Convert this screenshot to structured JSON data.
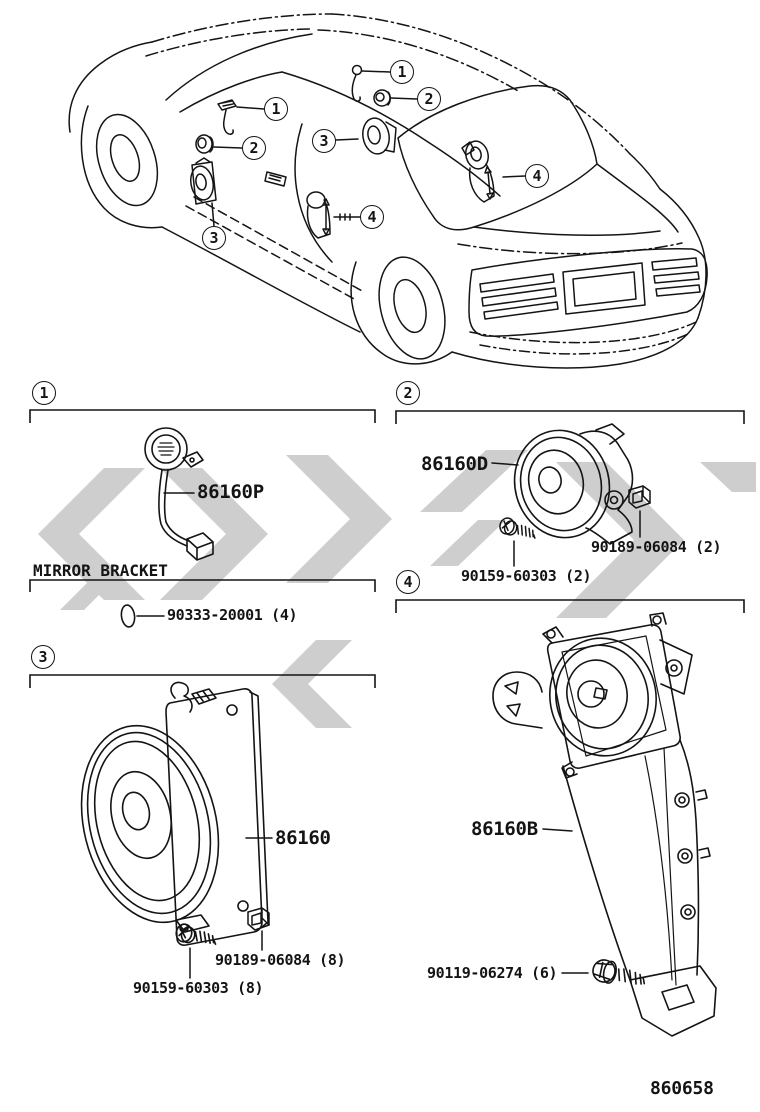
{
  "page": {
    "background": "#ffffff",
    "line_color": "#141414",
    "watermark_color": "#c6c6c6"
  },
  "figure": {
    "number": "860658"
  },
  "car": {
    "callouts": [
      "1",
      "2",
      "3",
      "3",
      "4",
      "1",
      "2",
      "4"
    ]
  },
  "sections": [
    {
      "label": "1",
      "note": "MIRROR BRACKET",
      "parts": [
        "86160P",
        "90333-20001 (4)"
      ]
    },
    {
      "label": "2",
      "parts": [
        "86160D",
        "90159-60303 (2)",
        "90189-06084 (2)"
      ]
    },
    {
      "label": "3",
      "parts": [
        "86160",
        "90159-60303 (8)",
        "90189-06084 (8)"
      ]
    },
    {
      "label": "4",
      "parts": [
        "86160B",
        "90119-06274 (6)"
      ]
    }
  ]
}
